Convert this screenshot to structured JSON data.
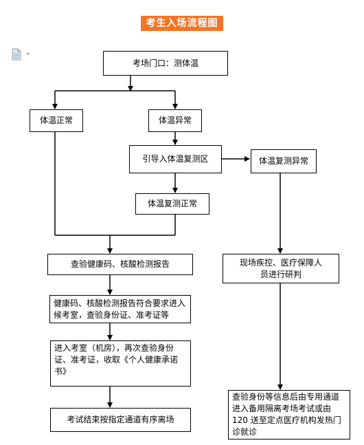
{
  "title": "考生入场流程图",
  "nodes": {
    "entrance": "考场门口：测体温",
    "normal": "体温正常",
    "abnormal": "体温异常",
    "recheck_area": "引导入体温复测区",
    "recheck_abnormal": "体温复测异常",
    "recheck_normal": "体温复测正常",
    "check_codes": "查验健康码、核酸检测报告",
    "waiting_room": "健康码、核酸检测报告符合要求进入候考室，查验身份证、准考证等",
    "exam_room": "进入考室（机房），再次查验身份证、准考证，收取《个人健康承诺书》",
    "exit": "考试结束按指定通道有序离场",
    "medical": "现场疾控、医疗保障人员进行研判",
    "isolation": "查验身份等信息后由专用通道进入备用隔离考场考试或由 120 送至定点医疗机构发热门诊就诊"
  }
}
